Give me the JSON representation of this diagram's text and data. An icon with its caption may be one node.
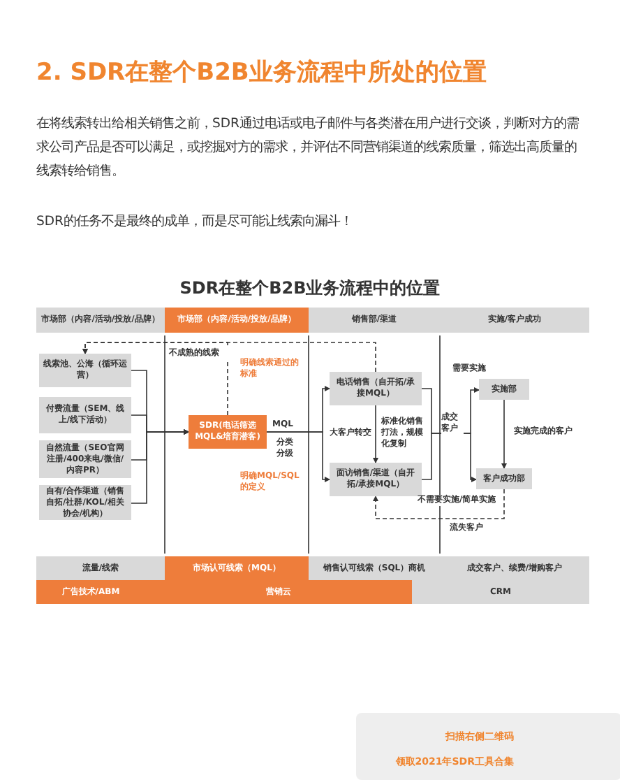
{
  "diagram": {
    "title": "2. SDR在整个B2B业务流程中所处的位置",
    "nodes": [
      {
        "text": [
          "市场部（内容/活动/投放/品牌）"
        ]
      },
      {
        "text": [
          "市场部（内容/活动/投放/品牌）"
        ]
      },
      {
        "text": [
          "销售部/渠道"
        ]
      },
      {
        "text": [
          "实施/客户成功"
        ]
      },
      {
        "text": [
          "线索池、公海（循环运营）"
        ]
      },
      {
        "text": [
          "付费流量（SEM、线上/线下活动）"
        ]
      },
      {
        "text": [
          "自然流量（SEO官网注册/400来电/微信/内容PR）"
        ]
      },
      {
        "text": [
          "自有/合作渠道（销售自拓/社群/KOL/相关协会/机构）"
        ]
      },
      {
        "text": [
          "SDR(电话筛选MQL&培育潜客)"
        ]
      },
      {
        "text": [
          "电话销售（自开拓/承接MQL）"
        ]
      },
      {
        "text": [
          "面访销售/渠道（自开拓/承接MQL）"
        ]
      },
      {
        "text": [
          "实施部"
        ]
      },
      {
        "text": [
          "客户成功部"
        ]
      },
      {
        "text": [
          "流量/线索"
        ]
      },
      {
        "text": [
          "市场认可线索（MQL）"
        ]
      },
      {
        "text": [
          "销售认可线索（SQL）商机"
        ]
      },
      {
        "text": [
          "成交客户、续费/增购客户"
        ]
      },
      {
        "text": [
          "广告技术/ABM"
        ]
      },
      {
        "text": [
          "营销云"
        ]
      },
      {
        "text": [
          "CRM"
        ]
      }
    ],
    "edges": [
      {
        "from": 4,
        "to": 8,
        "arrow": "to"
      },
      {
        "from": 5,
        "to": 8,
        "arrow": "to"
      },
      {
        "from": 6,
        "to": 8,
        "arrow": "to"
      },
      {
        "from": 7,
        "to": 8,
        "arrow": "to"
      },
      {
        "from": 8,
        "to": 4,
        "arrow": "to",
        "style": "dashed",
        "label": "不成熟的线索"
      },
      {
        "from": 9,
        "to": 4,
        "arrow": "to",
        "style": "dashed"
      },
      {
        "from": 8,
        "to": 9,
        "arrow": "to",
        "label": "MQL"
      },
      {
        "from": 8,
        "to": 10,
        "arrow": "to"
      },
      {
        "from": 9,
        "to": 10,
        "arrow": "to",
        "label": "大客户转交"
      },
      {
        "from": 9,
        "to": 11,
        "arrow": "to",
        "label": "成交客户"
      },
      {
        "from": 10,
        "to": 12,
        "arrow": "to",
        "label": "不需要实施/简单实施"
      },
      {
        "from": 11,
        "to": 12,
        "arrow": "to",
        "label": "实施完成的客户"
      },
      {
        "from": 12,
        "to": 10,
        "arrow": "to",
        "style": "dashed",
        "label": "流失客户"
      }
    ],
    "labels": [
      "在将线索转出给相关销售之前，SDR通过电话或电子邮件与各类潜在用户进行交谈，判断对方的需求公司产品是否可以满足，或挖掘对方的需求，并评估不同营销渠道的线索质量，筛选出高质量的线索转给销售。",
      "SDR的任务不是最终的成单，而是尽可能让线索向漏斗！",
      "SDR在整个B2B业务流程中的位置",
      "明确线索通过的标准",
      "分类分级",
      "明确MQL/SQL的定义",
      "标准化销售打法，规模化复制",
      "需要实施",
      "扫描右侧二维码",
      "领取2021年SDR工具合集"
    ]
  }
}
